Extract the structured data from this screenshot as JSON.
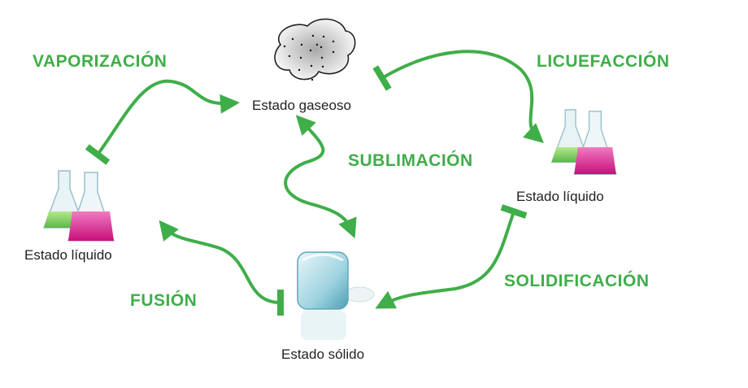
{
  "colors": {
    "accent": "#3fae49",
    "text": "#222222"
  },
  "processes": {
    "vaporization": "VAPORIZACIÓN",
    "liquefaction": "LICUEFACCIÓN",
    "sublimation": "SUBLIMACIÓN",
    "fusion": "FUSIÓN",
    "solidification": "SOLIDIFICACIÓN"
  },
  "states": {
    "gas": "Estado gaseoso",
    "liquid_left": "Estado líquido",
    "liquid_right": "Estado líquido",
    "solid": "Estado sólido"
  }
}
